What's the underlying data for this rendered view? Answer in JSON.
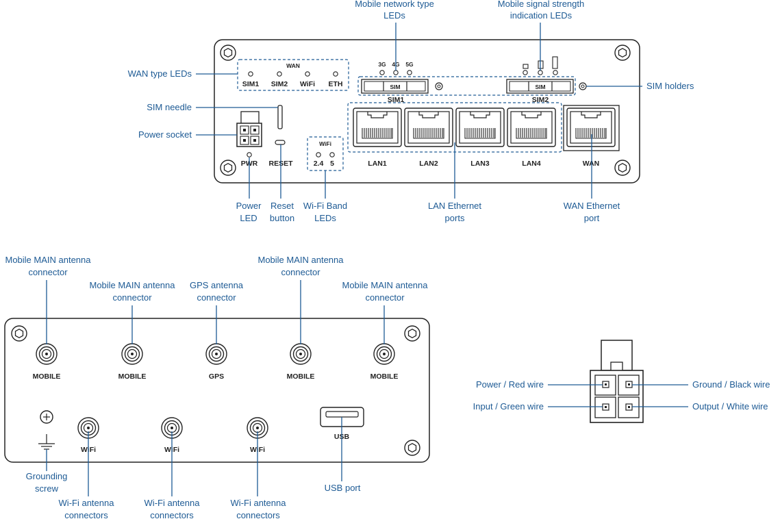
{
  "front_panel": {
    "led_labels": {
      "wan": "WAN",
      "sim1": "SIM1",
      "sim2": "SIM2",
      "wifi": "WiFi",
      "eth": "ETH",
      "net_3g": "3G",
      "net_4g": "4G",
      "net_5g": "5G",
      "sim_slot": "SIM",
      "sim1_holder": "SIM1",
      "sim2_holder": "SIM2",
      "wifi_box": "WiFi",
      "band_24": "2.4",
      "band_5": "5",
      "pwr": "PWR",
      "reset": "RESET"
    },
    "ports": [
      "LAN1",
      "LAN2",
      "LAN3",
      "LAN4",
      "WAN"
    ],
    "callouts": {
      "network_type_leds": [
        "Mobile network type",
        "LEDs"
      ],
      "signal_strength_leds": [
        "Mobile signal strength",
        "indication LEDs"
      ],
      "wan_type_leds": "WAN type LEDs",
      "sim_holders": "SIM holders",
      "sim_needle": "SIM needle",
      "power_socket": "Power socket",
      "power_led": [
        "Power",
        "LED"
      ],
      "reset_button": [
        "Reset",
        "button"
      ],
      "wifi_band_leds": [
        "Wi-Fi Band",
        "LEDs"
      ],
      "lan_ethernet_ports": [
        "LAN Ethernet",
        "ports"
      ],
      "wan_ethernet_port": [
        "WAN Ethernet",
        "port"
      ]
    }
  },
  "back_panel": {
    "connectors_top": [
      "MOBILE",
      "MOBILE",
      "GPS",
      "MOBILE",
      "MOBILE"
    ],
    "connectors_bottom": [
      "WiFi",
      "WiFi",
      "WiFi"
    ],
    "usb_label": "USB",
    "callouts": {
      "mobile_main_1": [
        "Mobile MAIN antenna",
        "connector"
      ],
      "mobile_main_2": [
        "Mobile MAIN antenna",
        "connector"
      ],
      "gps_antenna": [
        "GPS antenna",
        "connector"
      ],
      "mobile_main_3": [
        "Mobile MAIN antenna",
        "connector"
      ],
      "mobile_main_4": [
        "Mobile MAIN antenna",
        "connector"
      ],
      "grounding_screw": [
        "Grounding",
        "screw"
      ],
      "wifi_1": [
        "Wi-Fi antenna",
        "connectors"
      ],
      "wifi_2": [
        "Wi-Fi antenna",
        "connectors"
      ],
      "wifi_3": [
        "Wi-Fi antenna",
        "connectors"
      ],
      "usb_port": "USB port"
    }
  },
  "power_connector": {
    "callouts": {
      "power_red": "Power / Red wire",
      "ground_black": "Ground / Black wire",
      "input_green": "Input / Green wire",
      "output_white": "Output / White wire"
    }
  },
  "colors": {
    "callout": "#1d5a94",
    "outline": "#222222"
  }
}
